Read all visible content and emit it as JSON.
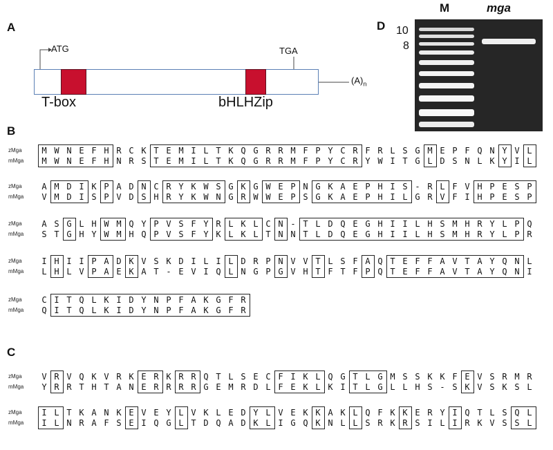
{
  "panelA": {
    "label": "A",
    "atg": "ATG",
    "tga": "TGA",
    "polyA": "(A)",
    "polyA_sub": "n",
    "tbox": "T-box",
    "bhlhzip": "bHLHZip",
    "colors": {
      "domain": "#c8102e",
      "bar_border": "#5a7fb4"
    }
  },
  "panelB": {
    "label": "B",
    "blocks": [
      {
        "z": "MWNEFHRCKTEMILTKQGRRMFPYCRFRLSGMEPFQNYVL",
        "m": "MWNEFHNRSTEMILTKQGRRMFPYCRYWITGLDSNLKYIL",
        "boxes": [
          [
            0,
            6
          ],
          [
            9,
            26
          ],
          [
            31,
            32
          ],
          [
            37,
            38
          ],
          [
            39,
            40
          ]
        ]
      },
      {
        "z": "AMDIKPADNCRYKWSGKGWEPNGKAEPHIS-RLFVHPESP",
        "m": "VMDISPVDSHRYKWNGRWWEPSGKAEPHILGRVFIHPESP",
        "boxes": [
          [
            1,
            4
          ],
          [
            5,
            6
          ],
          [
            8,
            9
          ],
          [
            10,
            15
          ],
          [
            16,
            17
          ],
          [
            18,
            21
          ],
          [
            22,
            30
          ],
          [
            32,
            33
          ],
          [
            35,
            40
          ]
        ]
      },
      {
        "z": "ASGLHWMQYPVSFYRLKLCN-TLDQEGHIILHSMHRYLPQ",
        "m": "STGHYWMHQPVSFYKLKLTNNTLDQEGHIILHSMHRYLPR",
        "boxes": [
          [
            2,
            3
          ],
          [
            5,
            7
          ],
          [
            9,
            14
          ],
          [
            15,
            18
          ],
          [
            19,
            20
          ],
          [
            21,
            39
          ]
        ]
      },
      {
        "z": "IHIIPADKVSKDILILDRPNVVTLSFAQTEFFAVTAYQNL",
        "m": "LHLVPAEKAT-EVIQLNGPGVHTFTFPQTEFFAVTAYQNI",
        "boxes": [
          [
            1,
            2
          ],
          [
            4,
            6
          ],
          [
            7,
            8
          ],
          [
            15,
            16
          ],
          [
            19,
            20
          ],
          [
            22,
            23
          ],
          [
            26,
            27
          ],
          [
            28,
            39
          ]
        ]
      },
      {
        "z": "CITQLKIDYNPFAKGFR",
        "m": "QITQLKIDYNPFAKGFR",
        "boxes": [
          [
            1,
            17
          ]
        ]
      }
    ],
    "names": {
      "z": "zMga",
      "m": "mMga"
    }
  },
  "panelC": {
    "label": "C",
    "blocks": [
      {
        "z": "VRVQKVRKERKRRQTLSECFIKLQGTLGMSSKKFEVSRMR",
        "m": "YRRTHTANERRRRGEMRDLFEKLKITLGLLHS-SKVSKSL",
        "boxes": [
          [
            1,
            2
          ],
          [
            8,
            10
          ],
          [
            11,
            13
          ],
          [
            19,
            23
          ],
          [
            25,
            28
          ],
          [
            34,
            35
          ]
        ]
      },
      {
        "z": "ILTKANKEVEYLVKLEDYLVEKKAKLQFKKERYIQTLSQL",
        "m": "ILNRAFSEIQGLTDQADKLIGQKNLLSRKRSILIRKVSSL",
        "boxes": [
          [
            0,
            2
          ],
          [
            7,
            8
          ],
          [
            11,
            12
          ],
          [
            17,
            19
          ],
          [
            22,
            23
          ],
          [
            25,
            26
          ],
          [
            29,
            30
          ],
          [
            33,
            34
          ],
          [
            38,
            40
          ]
        ]
      }
    ],
    "names": {
      "z": "zMga",
      "m": "mMga"
    }
  },
  "panelD": {
    "label": "D",
    "lane_m": "M",
    "lane_mga": "mga",
    "size_10": "10",
    "size_8": "8"
  }
}
